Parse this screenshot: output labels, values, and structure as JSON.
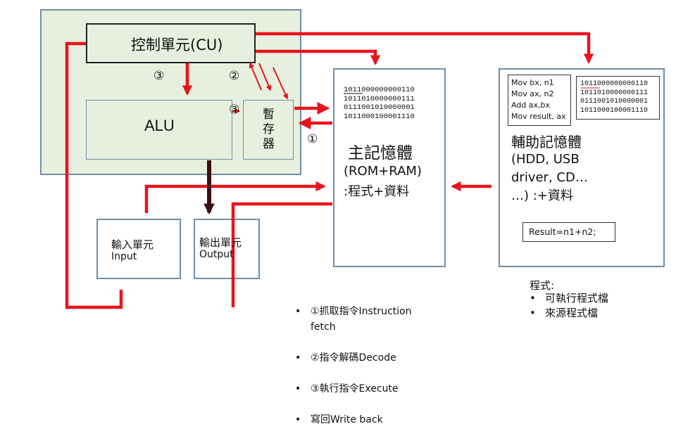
{
  "cpu": {
    "cu_label": "控制單元(CU)",
    "alu_label": "ALU",
    "register_label": "暫\n存\n器",
    "mark_cu_alu": "③",
    "mark_cu_reg": "②",
    "mark_alu_reg": "③"
  },
  "memory": {
    "mark_fetch": "①",
    "binary": [
      "1011000000000110",
      "1011010000000111",
      "0111001010000001",
      "1011000100001110"
    ],
    "title": "主記憶體",
    "subtitle": "(ROM+RAM)",
    "content": ":程式+資料"
  },
  "auxiliary": {
    "code": [
      "Mov bx, n1",
      "Mov  ax, n2",
      "Add ax,bx",
      "Mov result, ax"
    ],
    "binary": [
      "1011000000000110",
      "1011010000000111",
      "0111001010000001",
      "1011000100001110"
    ],
    "title": "輔助記憶體",
    "desc": "(HDD, USB\ndriver, CD…\n…) :+資料",
    "result": "Result=n1+n2;"
  },
  "io": {
    "input_zh": "輸入單元",
    "input_en": "Input",
    "output_zh": "輸出單元",
    "output_en": "Output"
  },
  "steps": [
    "①抓取指令Instruction\nfetch",
    "②指令解碼Decode",
    "③執行指令Execute",
    "寫回Write back"
  ],
  "program": {
    "title": "程式:",
    "items": [
      "可執行程式檔",
      "來源程式檔"
    ]
  },
  "colors": {
    "wire": "#e8141c",
    "border": "#6f8ea8",
    "cpu_fill": "#e7f0df",
    "dark_arrow": "#3a0f0f"
  }
}
